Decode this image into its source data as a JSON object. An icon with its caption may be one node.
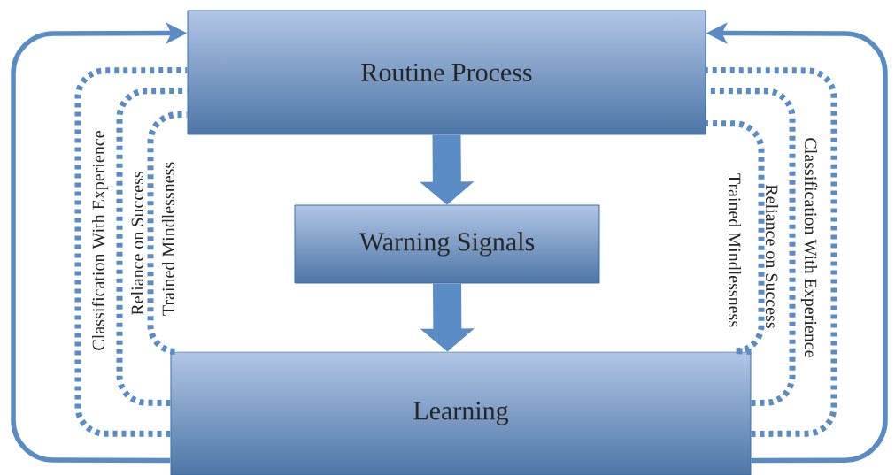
{
  "diagram": {
    "nodes": [
      {
        "text": [
          "Routine Process"
        ]
      },
      {
        "text": [
          "Warning Signals"
        ]
      },
      {
        "text": [
          "Learning"
        ]
      }
    ],
    "edges": [
      {
        "from": 0,
        "to": 1,
        "arrow": "to",
        "style": "thick"
      },
      {
        "from": 1,
        "to": 2,
        "arrow": "to",
        "style": "thick"
      },
      {
        "from": 2,
        "to": 0,
        "arrow": "to"
      },
      {
        "from": 2,
        "to": 0,
        "arrow": "to"
      },
      {
        "from": 2,
        "to": 0,
        "arrow": "none",
        "style": "dashed",
        "label": "Classification With Experience"
      },
      {
        "from": 2,
        "to": 0,
        "arrow": "none",
        "style": "dashed",
        "label": "Reliance on Success"
      },
      {
        "from": 2,
        "to": 0,
        "arrow": "none",
        "style": "dashed",
        "label": "Trained Mindlessness"
      },
      {
        "from": 2,
        "to": 0,
        "arrow": "none",
        "style": "dashed",
        "label": "Classification With Experience"
      },
      {
        "from": 2,
        "to": 0,
        "arrow": "none",
        "style": "dashed",
        "label": "Reliance on Success"
      },
      {
        "from": 2,
        "to": 0,
        "arrow": "none",
        "style": "dashed",
        "label": "Trained Mindlessness"
      }
    ]
  }
}
